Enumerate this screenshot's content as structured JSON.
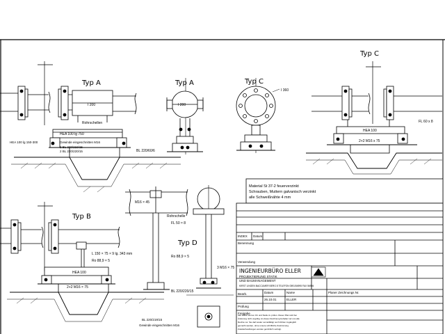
{
  "views": {
    "a_side_label": "Typ A",
    "a_front_label": "Typ A",
    "c_front_label": "Typ C",
    "c_side_label": "Typ C",
    "b_label": "Typ B",
    "d_label": "Typ D"
  },
  "notes_a": {
    "pipe": "I 200",
    "pipe_front": "I 200",
    "rohrschellen": "Rohrschellen",
    "hea": "HEA 100 lg 750",
    "hea_plate": "HEA 100 lg 150-300",
    "gewinde": "Gewinde eingeschnitten M16",
    "bl1": "2 BL 220/219/15",
    "bl2": "2 BL 220/220/15",
    "bl_right": "BL 220/60/6"
  },
  "notes_c": {
    "flange_dim": "I 360",
    "hea": "HEA 100",
    "screws": "2+2 M16 x 75",
    "fl": "FL 60 x 8"
  },
  "notes_b": {
    "l_profile": "L 150 × 75 × 9 lg. 343 mm",
    "ro": "Ro 88,9 × 5",
    "hea": "HEA 100",
    "screws": "2+2 M16 × 75"
  },
  "notes_d": {
    "m16": "M16 × 45",
    "rohrschelle": "Rohrschelle",
    "fl": "FL 50 × 8",
    "ro": "Ro 88,9 × 5",
    "screws": "3 M16 × 75",
    "bl1": "BL 220/220/15",
    "bl2": "BL 220/219/15",
    "gewinde": "Gewinde eingeschnitten M16"
  },
  "material_note": {
    "line1": "Material St 37-2 feuerverzinkt",
    "line2": "Schrauben, Muttern galvanisch verzinkt",
    "line3": "alle Schweißnähte 4 mm"
  },
  "title_block": {
    "index": "INDEX",
    "datum": "Datum",
    "benennung": "Benennung",
    "verwendung": "Verwendung",
    "company": "INGENIEURBÜRO  ELLER",
    "line1": "PROJEKTIERUNG   STATIK",
    "line2": "UND   BAUMANAGEMENT",
    "address": "KIRST LINGEN  BACCUMER BERG 8  TELEFON 0591/54995  FAX 56994",
    "bearb": "Bearb.",
    "datum_col": "Datum",
    "name_col": "Name",
    "date_value": "26.10.01",
    "name_value": "ELLER",
    "pruefung": "Prüfung",
    "freigabe": "Freigabe",
    "plan_note": "Planer Zeichnungs Nr."
  },
  "disclaimer": {
    "line1": "Alle Maße sind an Ort und Stelle zu prüfen. Dieser Plan wird bei",
    "line2": "Änderung nicht ungültig. An dieser Zeichnung behalten wir uns alle",
    "line3": "Rechte vor. Sie darf weder vervielfältigt noch Dritten zugänglich",
    "line4": "gemacht werden, ohne unsere schriftliche Zustimmung.",
    "line5": "Zuwiderhandlungen werden gerichtlich verfolgt."
  }
}
